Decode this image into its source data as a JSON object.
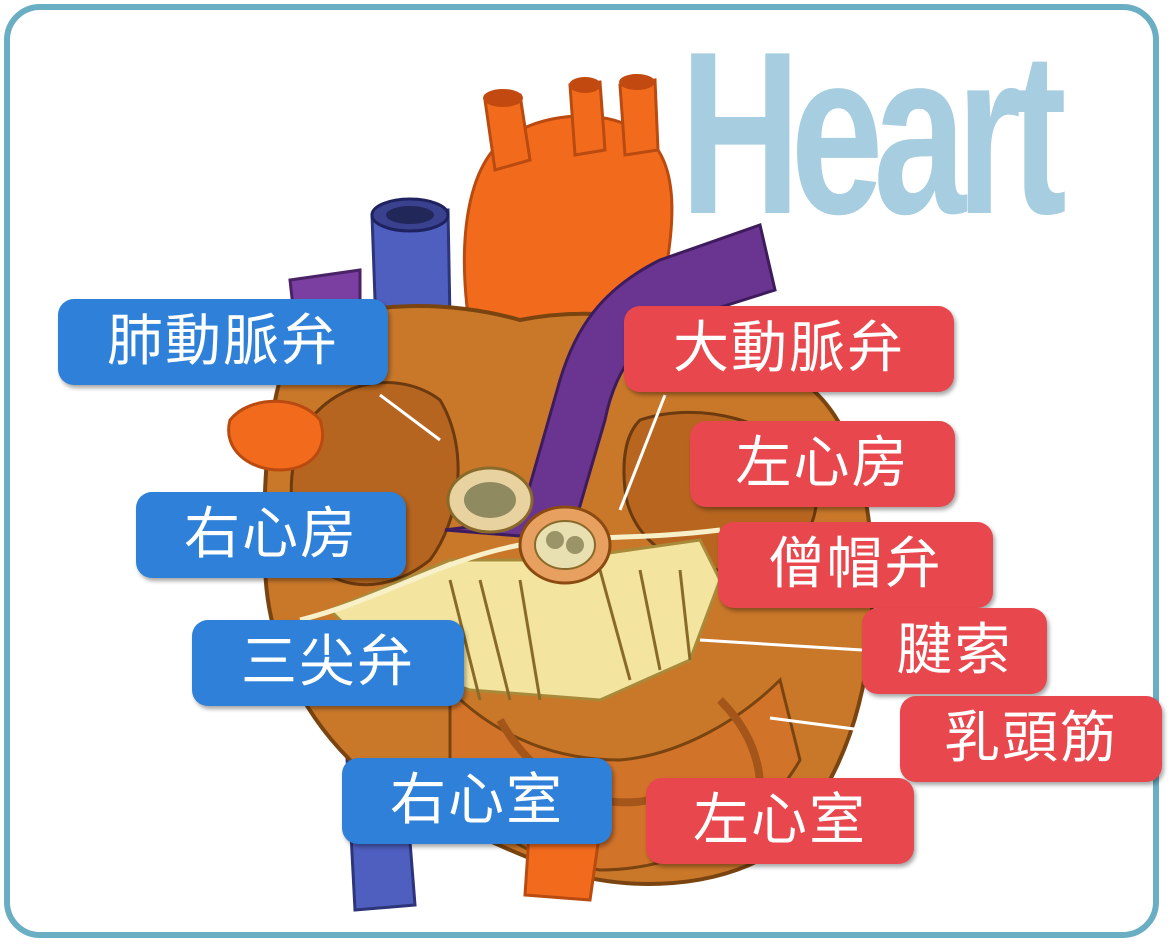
{
  "title": "Heart",
  "colors": {
    "blue_label": "#2f80d8",
    "red_label": "#e8474d",
    "frame": "#6aaec4",
    "title": "#a6cde0"
  },
  "labels": {
    "pulmonary_valve": "肺動脈弁",
    "right_atrium": "右心房",
    "tricuspid_valve": "三尖弁",
    "right_ventricle": "右心室",
    "aortic_valve": "大動脈弁",
    "left_atrium": "左心房",
    "mitral_valve": "僧帽弁",
    "chordae_tendineae": "腱索",
    "papillary_muscle": "乳頭筋",
    "left_ventricle": "左心室"
  }
}
